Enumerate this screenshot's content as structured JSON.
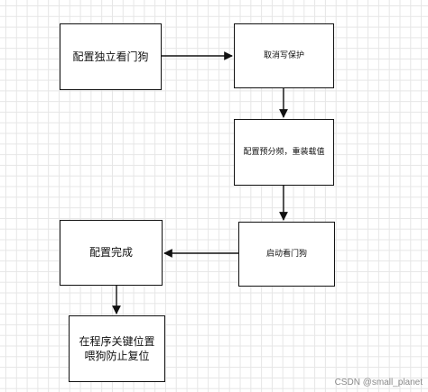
{
  "diagram": {
    "nodes": [
      {
        "id": "n1",
        "label": "配置独立看门狗"
      },
      {
        "id": "n2",
        "label": "取消写保护"
      },
      {
        "id": "n3",
        "label": "配置预分频，重装载值"
      },
      {
        "id": "n4",
        "label": "启动看门狗"
      },
      {
        "id": "n5",
        "label": "配置完成"
      },
      {
        "id": "n6",
        "label": "在程序关键位置\n喂狗防止复位"
      }
    ],
    "edges": [
      {
        "from": "n1",
        "to": "n2"
      },
      {
        "from": "n2",
        "to": "n3"
      },
      {
        "from": "n3",
        "to": "n4"
      },
      {
        "from": "n4",
        "to": "n5"
      },
      {
        "from": "n5",
        "to": "n6"
      }
    ]
  },
  "watermark": "CSDN @small_planet"
}
